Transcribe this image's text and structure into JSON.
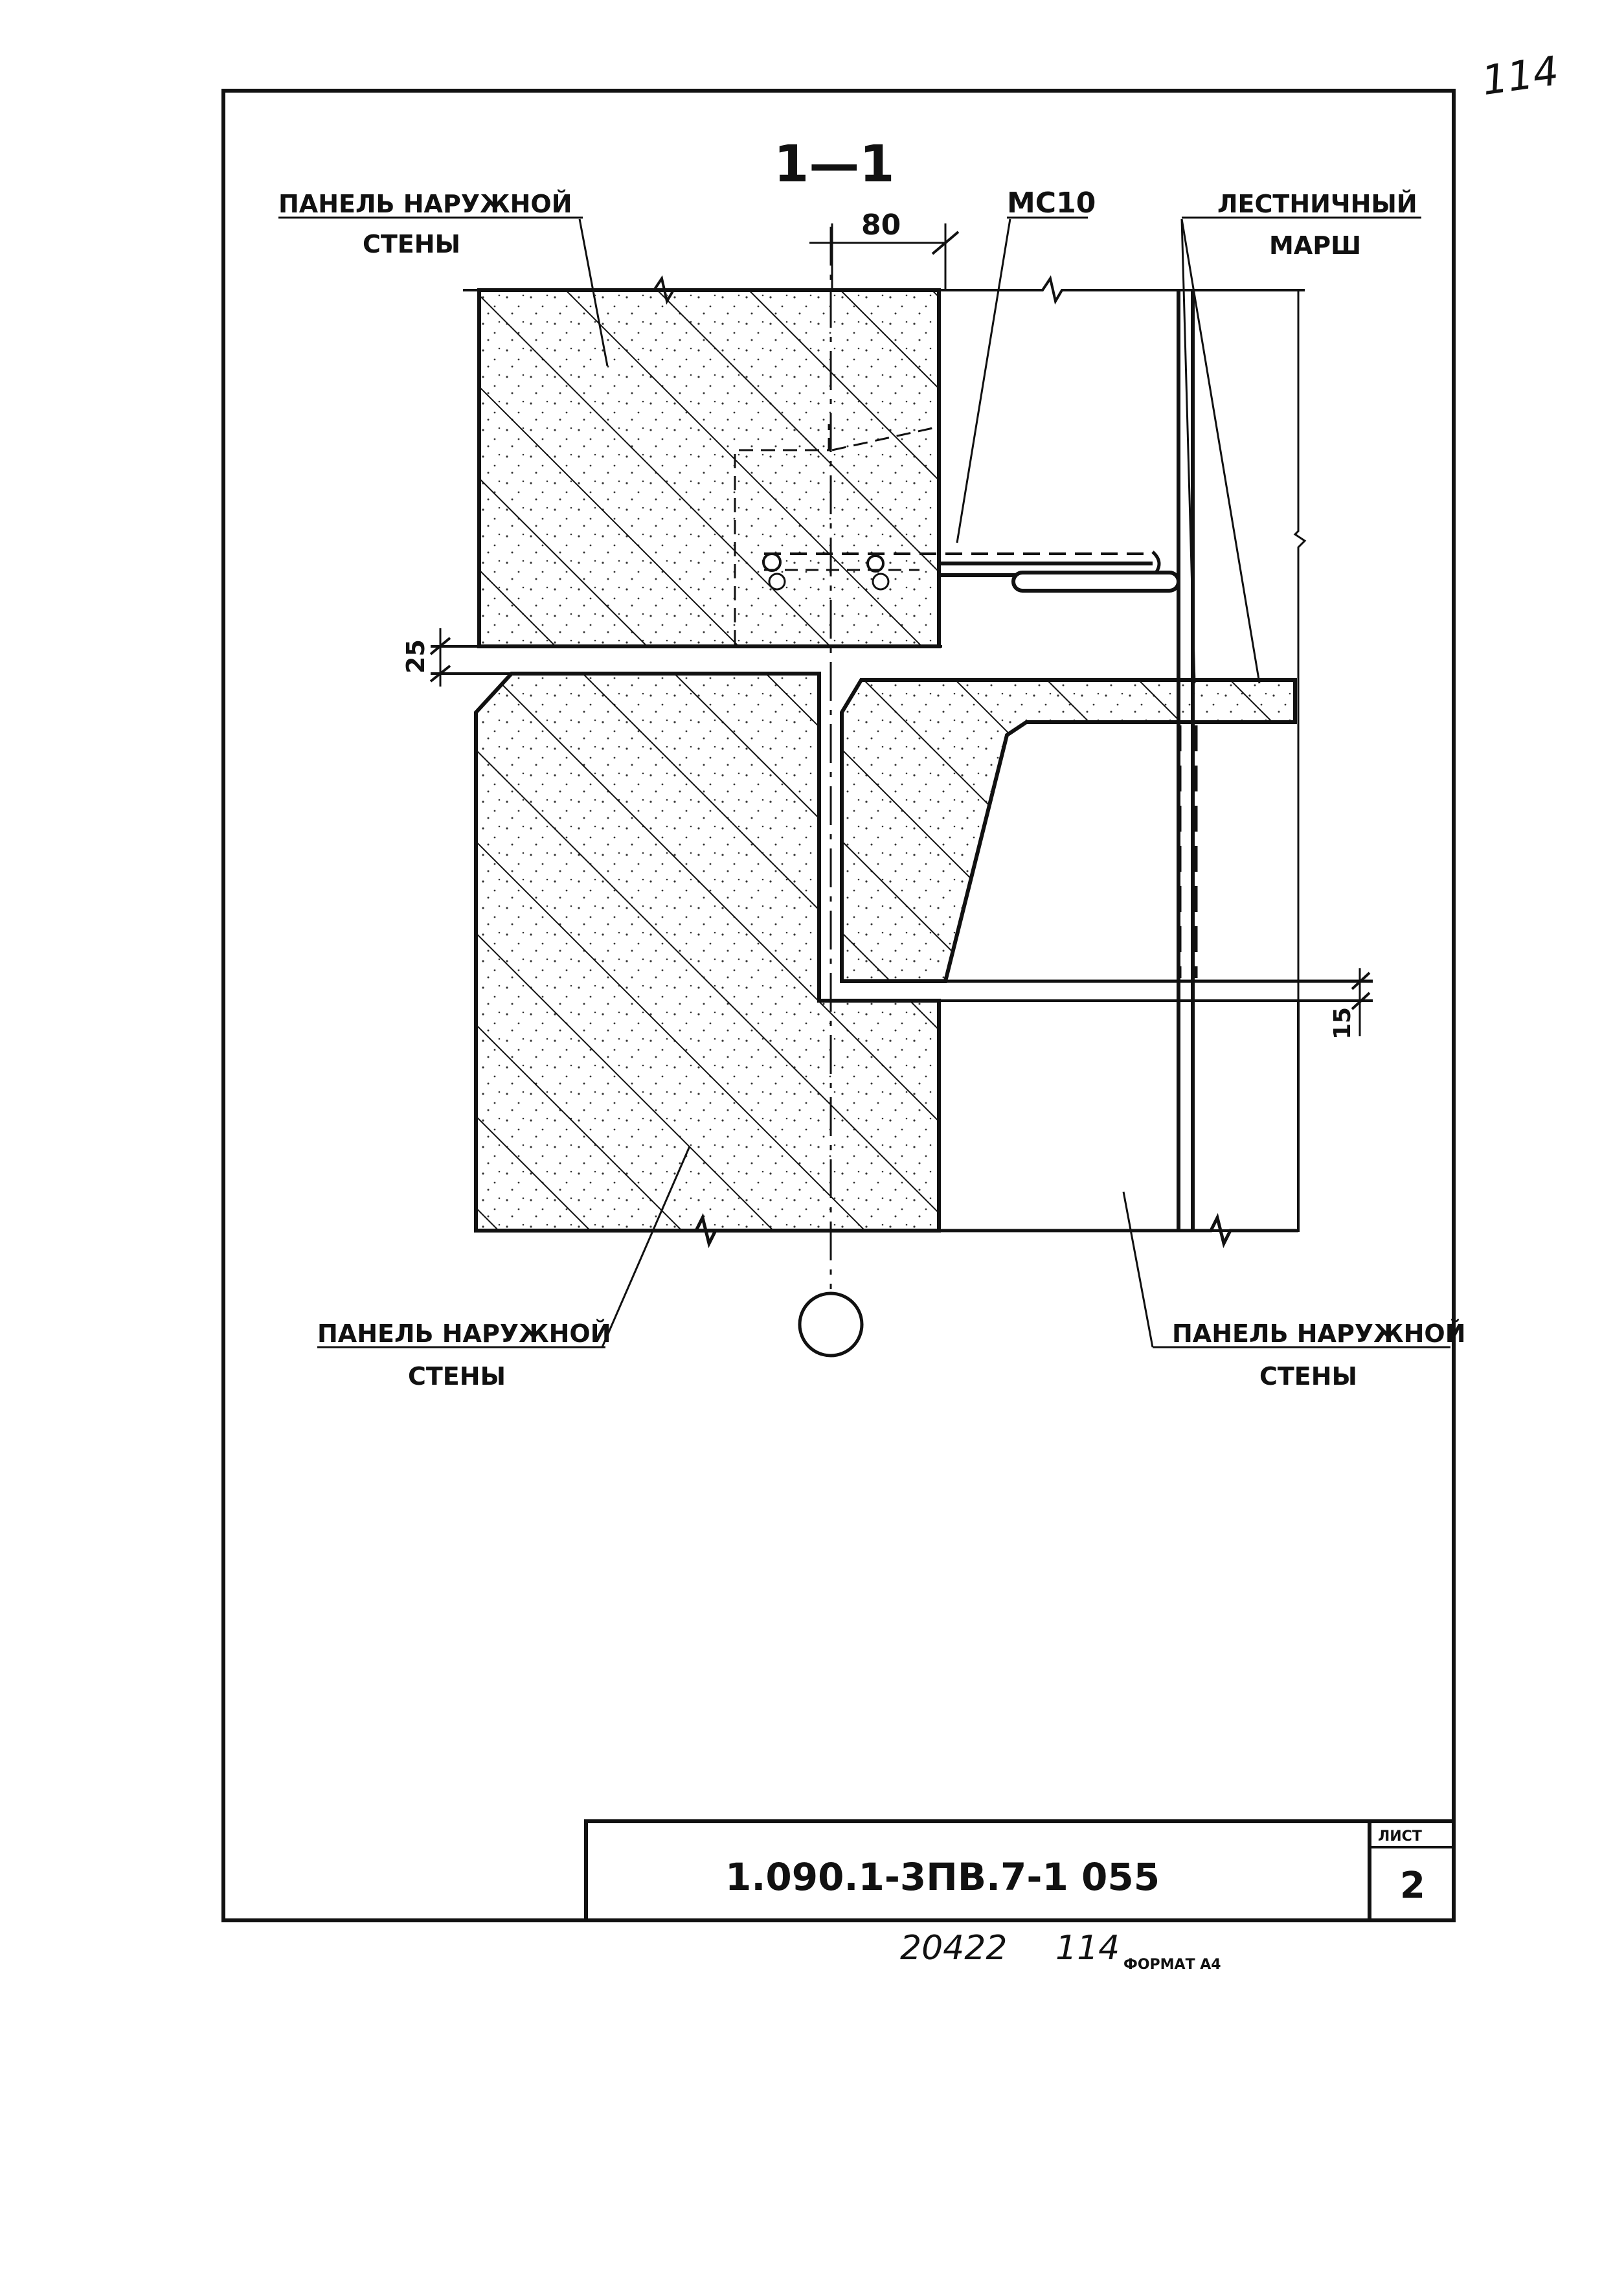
{
  "corner_page_number": "114",
  "section_title": "1—1",
  "labels": {
    "top_left_panel_line1": "ПАНЕЛЬ НАРУЖНОЙ",
    "top_left_panel_line2": "СТЕНЫ",
    "mc10": "МС10",
    "stair_flight_line1": "ЛЕСТНИЧНЫЙ",
    "stair_flight_line2": "МАРШ",
    "bottom_left_panel_line1": "ПАНЕЛЬ НАРУЖНОЙ",
    "bottom_left_panel_line2": "СТЕНЫ",
    "bottom_right_panel_line1": "ПАНЕЛЬ НАРУЖНОЙ",
    "bottom_right_panel_line2": "СТЕНЫ"
  },
  "dimensions": {
    "top_width": "80",
    "gap_left": "25",
    "gap_right": "15"
  },
  "title_block": {
    "document_code": "1.090.1-3ПВ.7-1   055",
    "sheet_label": "ЛИСТ",
    "sheet_number": "2"
  },
  "footer": {
    "archive_number": "20422",
    "archive_page": "114",
    "format": "ФОРМАТ А4"
  },
  "colors": {
    "ink": "#111111",
    "paper": "#ffffff"
  }
}
